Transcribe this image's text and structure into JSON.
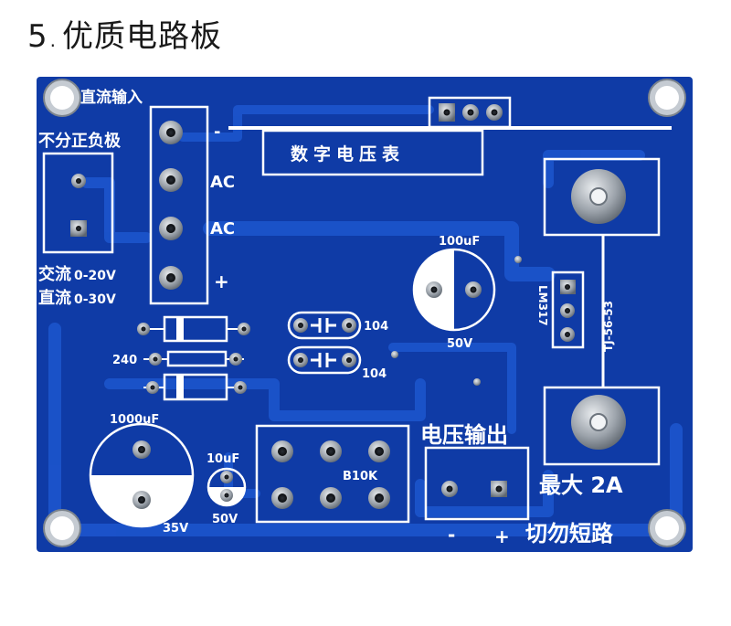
{
  "header": {
    "number": "5",
    "separator": ".",
    "title": "优质电路板"
  },
  "board": {
    "colors": {
      "substrate": "#0f3ba6",
      "trace": "#1d52c8",
      "silkscreen": "#ffffff",
      "pad": "#9aa0a8"
    },
    "labels": {
      "dc_input": "直流输入",
      "no_polarity": "不分正负极",
      "ac_range": "交流",
      "ac_value": "0-20V",
      "dc_range": "直流",
      "dc_value": "0-30V",
      "pin_minus": "-",
      "pin_ac1": "AC",
      "pin_ac2": "AC",
      "pin_plus": "+",
      "voltmeter": "数字电压表",
      "cap_100uf": "100uF",
      "cap_100uf_voltage": "50V",
      "regulator": "LM317",
      "heatsink": "TJ-56-53",
      "cap_104_top": "104",
      "cap_104_bottom": "104",
      "resistor_240": "240",
      "cap_1000uf": "1000uF",
      "cap_1000uf_voltage": "35V",
      "cap_10uf": "10uF",
      "cap_10uf_voltage": "50V",
      "pot": "B10K",
      "output": "电压输出",
      "max_current": "最大 2A",
      "out_minus": "-",
      "out_plus": "+",
      "no_short": "切勿短路"
    }
  }
}
